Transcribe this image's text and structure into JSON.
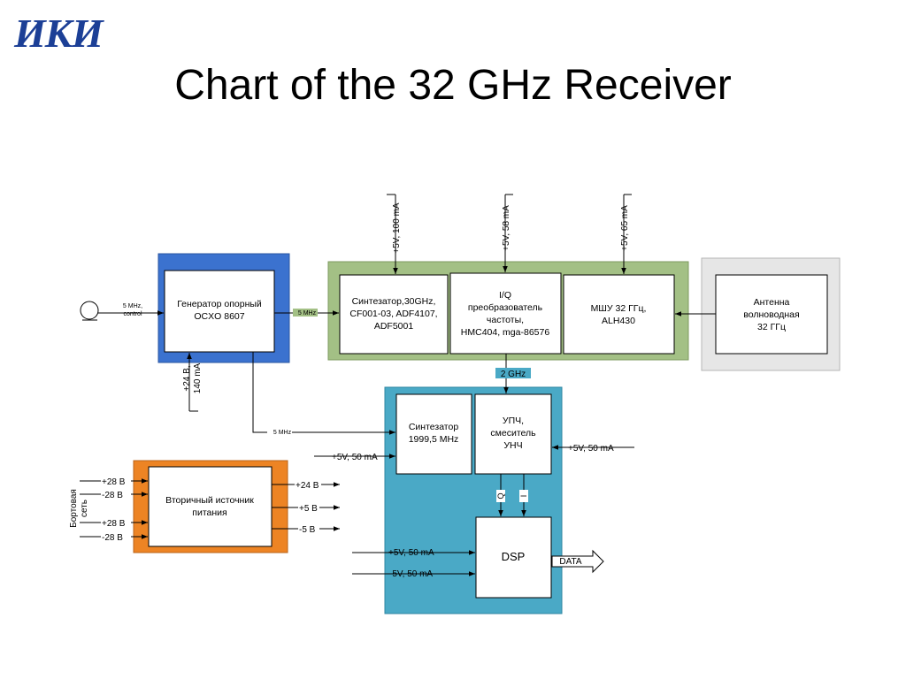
{
  "logo": {
    "text": "ИКИ"
  },
  "title": "Chart of the 32 GHz Receiver",
  "blocks": {
    "ocxo": [
      "Генератор опорный",
      "OCXO 8607"
    ],
    "synth30": [
      "Синтезатор,30GHz,",
      "CF001-03, ADF4107,",
      "ADF5001"
    ],
    "iq": [
      "I/Q",
      "преобразователь",
      "частоты,",
      "HMC404, mga-86576"
    ],
    "lna": [
      "МШУ 32 ГГц,",
      "ALH430"
    ],
    "antenna": [
      "Антенна",
      "волноводная",
      "32 ГГц"
    ],
    "synth1999": [
      "Синтезатор",
      "1999,5 MHz"
    ],
    "if_mixer": [
      "УПЧ,",
      "смеситель",
      "УНЧ"
    ],
    "dsp": "DSP",
    "psu": [
      "Вторичный источник",
      "питания"
    ]
  },
  "labels": {
    "ext_ref": [
      "5 MHz,",
      "control"
    ],
    "ref_out": "5 MHz",
    "ref_synth": "5 MHz",
    "pwr_synth30": "+5V, 100 mA",
    "pwr_iq": "+5V, 58 mA",
    "pwr_lna": "+5V, 65 mA",
    "pwr_ocxo": [
      "+24 В,",
      "140 mA"
    ],
    "if_freq": "2 GHz",
    "pwr_synth1999": "+5V, 50 mA",
    "pwr_if": "+5V, 50 mA",
    "dsp_pos": "+5V, 50 mA",
    "dsp_neg": "-5V, 50 mA",
    "data_out": "DATA",
    "ch_q": "Q",
    "ch_i": "I",
    "onboard": [
      "Бортовая",
      "сеть"
    ],
    "psu_in": [
      "+28 В",
      "-28 В",
      "+28 В",
      "-28 В"
    ],
    "psu_out": [
      "+24 В",
      "+5 В",
      "-5 В"
    ]
  },
  "colors": {
    "ocxo_frame": "#3b72cf",
    "rf_frame": "#a3c085",
    "antenna_frame": "#e6e6e6",
    "if_frame": "#4aa9c6",
    "psu_frame": "#ed8424",
    "logo": "#1c3f96"
  }
}
